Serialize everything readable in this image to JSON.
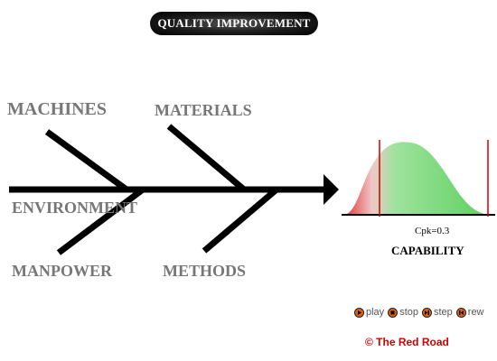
{
  "title": "QUALITY IMPROVEMENT",
  "categories": {
    "machines": "MACHINES",
    "materials": "MATERIALS",
    "environment": "ENVIRONMENT",
    "manpower": "MANPOWER",
    "methods": "METHODS"
  },
  "capability": {
    "cpk_label": "Cpk=0.3",
    "label": "CAPABILITY"
  },
  "controls": {
    "play": "play",
    "stop": "stop",
    "step": "step",
    "rew": "rew"
  },
  "copyright": "© The Red Road",
  "colors": {
    "arrow": "#000000",
    "category_text": "#777777",
    "spec_limit": "#cc0000",
    "curve_green": "#5fd05f",
    "curve_red": "#e03030",
    "control_button": "#e06010",
    "copyright": "#d40000"
  }
}
